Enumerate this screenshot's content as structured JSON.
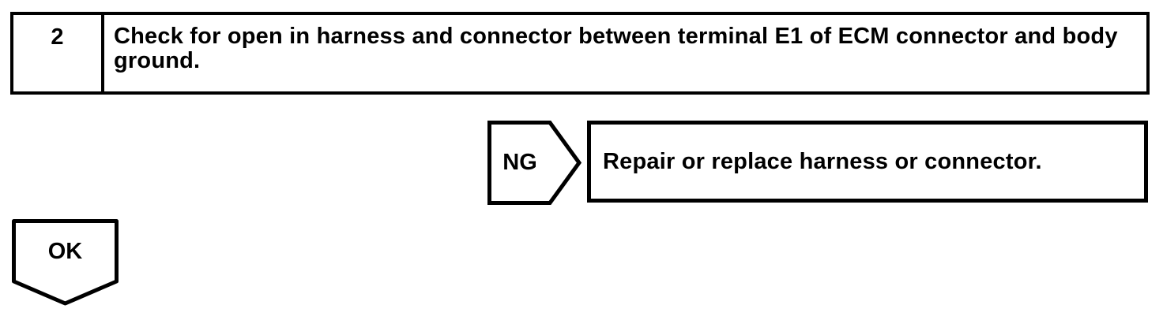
{
  "flowchart": {
    "step": {
      "number": "2",
      "instruction": "Check for open in harness and connector between terminal E1 of ECM connector and body ground."
    },
    "ng_branch": {
      "label": "NG",
      "action": "Repair or replace harness or connector."
    },
    "ok_branch": {
      "label": "OK"
    },
    "colors": {
      "line": "#000000",
      "background": "#ffffff"
    }
  }
}
